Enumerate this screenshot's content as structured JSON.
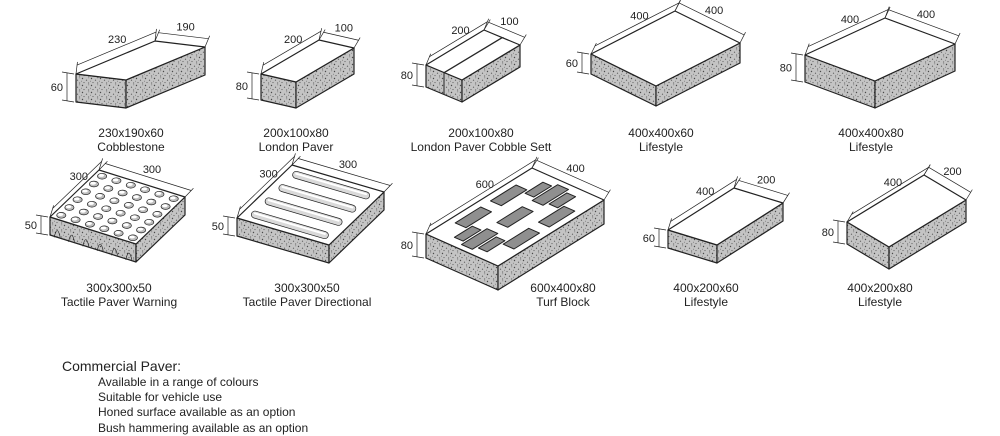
{
  "colors": {
    "line": "#222222",
    "top_face": "#ffffff",
    "side_fill": "#c4c4c4",
    "speckle": "#4a4a4a",
    "hole_fill": "#8f8f8f"
  },
  "products": [
    {
      "dim": "230x190x60",
      "name": "Cobblestone",
      "w_label": "230",
      "d_label": "190",
      "h_label": "60",
      "variant": "plain"
    },
    {
      "dim": "200x100x80",
      "name": "London Paver",
      "w_label": "200",
      "d_label": "100",
      "h_label": "80",
      "variant": "plain"
    },
    {
      "dim": "200x100x80",
      "name": "London Paver Cobble Sett",
      "w_label": "200",
      "d_label": "100",
      "h_label": "80",
      "variant": "sett"
    },
    {
      "dim": "400x400x60",
      "name": "Lifestyle",
      "w_label": "400",
      "d_label": "400",
      "h_label": "60",
      "variant": "plain"
    },
    {
      "dim": "400x400x80",
      "name": "Lifestyle",
      "w_label": "400",
      "d_label": "400",
      "h_label": "80",
      "variant": "plain"
    },
    {
      "dim": "300x300x50",
      "name": "Tactile Paver Warning",
      "w_label": "300",
      "d_label": "300",
      "h_label": "50",
      "variant": "warning"
    },
    {
      "dim": "300x300x50",
      "name": "Tactile Paver Directional",
      "w_label": "300",
      "d_label": "300",
      "h_label": "50",
      "variant": "directional"
    },
    {
      "dim": "600x400x80",
      "name": "Turf Block",
      "w_label": "600",
      "d_label": "400",
      "h_label": "80",
      "variant": "turf"
    },
    {
      "dim": "400x200x60",
      "name": "Lifestyle",
      "w_label": "400",
      "d_label": "200",
      "h_label": "60",
      "variant": "plain"
    },
    {
      "dim": "400x200x80",
      "name": "Lifestyle",
      "w_label": "400",
      "d_label": "200",
      "h_label": "80",
      "variant": "plain"
    }
  ],
  "notes": {
    "title": "Commercial Paver:",
    "items": [
      "Available in a range of colours",
      "Suitable for vehicle use",
      "Honed surface available as an option",
      "Bush hammering available as an option"
    ]
  }
}
